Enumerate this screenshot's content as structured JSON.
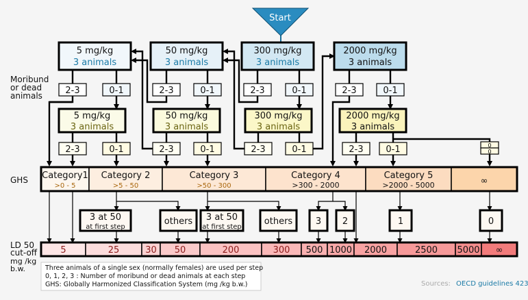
{
  "start": {
    "label": "Start",
    "color": "#2a8cc0"
  },
  "side_labels": {
    "moribund": [
      "Moribund",
      "or dead",
      "animals"
    ],
    "ghs": "GHS",
    "ld50": [
      "LD 50",
      "cut-off",
      "mg /kg",
      "b.w."
    ]
  },
  "step1": [
    {
      "dose": "5 mg/kg",
      "animals": "3 animals",
      "fill": "#f1f7fb"
    },
    {
      "dose": "50 mg/kg",
      "animals": "3 animals",
      "fill": "#e6f1f8"
    },
    {
      "dose": "300 mg/kg",
      "animals": "3 animals",
      "fill": "#d3e8f3"
    },
    {
      "dose": "2000 mg/kg",
      "animals": "3 animals",
      "fill": "#bcdcec"
    }
  ],
  "step2": [
    {
      "dose": "5 mg/kg",
      "animals": "3 animals",
      "fill": "#fbfbe8"
    },
    {
      "dose": "50 mg/kg",
      "animals": "3 animals",
      "fill": "#fbfadd"
    },
    {
      "dose": "300 mg/kg",
      "animals": "3 animals",
      "fill": "#fbf7c8"
    },
    {
      "dose": "2000 mg/kg",
      "animals": "3 animals",
      "fill": "#faf3bb"
    }
  ],
  "outcomes": {
    "high": "2-3",
    "low": "0-1",
    "zero_top": "0",
    "zero_bottom": "0"
  },
  "categories": [
    {
      "name": "Category1",
      "range": ">0 - 5",
      "fill": "#fdf6ee"
    },
    {
      "name": "Category 2",
      "range": ">5 - 50",
      "fill": "#fdeee0"
    },
    {
      "name": "Category 3",
      "range": ">50 - 300",
      "fill": "#fde8d6"
    },
    {
      "name": "Category 4",
      "range": ">300 - 2000",
      "fill": "#fde3cd"
    },
    {
      "name": "Category 5",
      "range": ">2000 - 5000",
      "fill": "#fcdcc0"
    },
    {
      "name": "∞",
      "range": "",
      "fill": "#fcd5ab"
    }
  ],
  "sub_boxes": [
    {
      "line1": "3 at 50",
      "line2": "at first step"
    },
    {
      "line1": "others",
      "line2": ""
    },
    {
      "line1": "3 at 50",
      "line2": "at first step"
    },
    {
      "line1": "others",
      "line2": ""
    },
    {
      "line1": "3",
      "line2": ""
    },
    {
      "line1": "2",
      "line2": ""
    },
    {
      "line1": "1",
      "line2": ""
    },
    {
      "line1": "0",
      "line2": ""
    }
  ],
  "ld50": [
    {
      "value": "5",
      "fill": "#fde6e6"
    },
    {
      "value": "25",
      "fill": "#fcdcdc"
    },
    {
      "value": "30",
      "fill": "#fbd2d2"
    },
    {
      "value": "50",
      "fill": "#fbcaca"
    },
    {
      "value": "200",
      "fill": "#fbc2c2"
    },
    {
      "value": "300",
      "fill": "#fab8b8"
    },
    {
      "value": "500",
      "fill": "#f9b0b0"
    },
    {
      "value": "1000",
      "fill": "#f8a8a8"
    },
    {
      "value": "2000",
      "fill": "#f8a2a2"
    },
    {
      "value": "2500",
      "fill": "#f69999"
    },
    {
      "value": "5000",
      "fill": "#f48d8d"
    },
    {
      "value": "∞",
      "fill": "#f27b7b"
    }
  ],
  "notes": [
    "Three animals of a single sex (normally females) are used per step",
    "0, 1, 2, 3 : Number of moribund or dead animals at each step",
    "GHS: Globally Harmonized Classification System (mg /kg b.w.)"
  ],
  "source": {
    "prefix": "Sources:",
    "link": "OECD guidelines 423"
  }
}
